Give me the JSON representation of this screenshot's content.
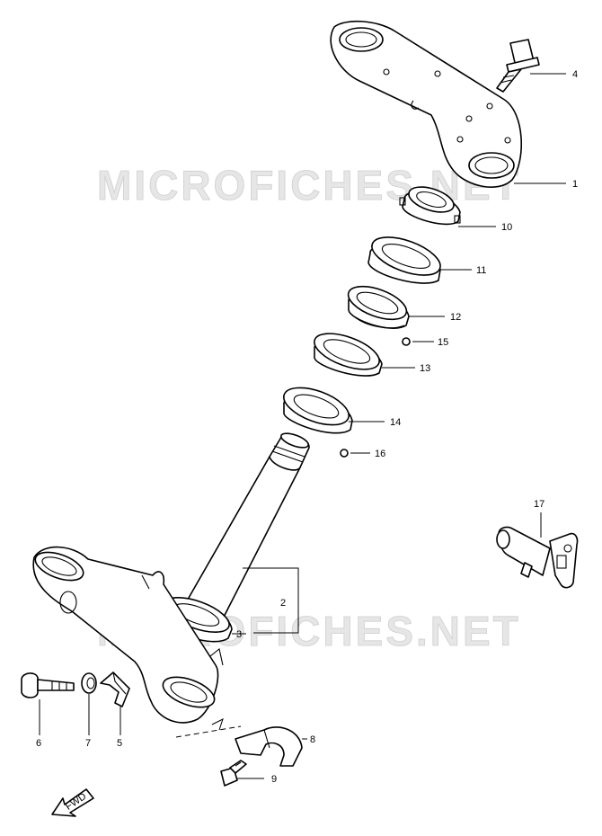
{
  "watermarks": [
    "MICROFICHES.NET",
    "MICROFICHES.NET"
  ],
  "fwd_label": "FWD",
  "callouts": [
    {
      "id": "c1",
      "label": "1"
    },
    {
      "id": "c2",
      "label": "2"
    },
    {
      "id": "c3",
      "label": "3"
    },
    {
      "id": "c4",
      "label": "4"
    },
    {
      "id": "c5",
      "label": "5"
    },
    {
      "id": "c6",
      "label": "6"
    },
    {
      "id": "c7",
      "label": "7"
    },
    {
      "id": "c8",
      "label": "8"
    },
    {
      "id": "c9",
      "label": "9"
    },
    {
      "id": "c10",
      "label": "10"
    },
    {
      "id": "c11",
      "label": "11"
    },
    {
      "id": "c12",
      "label": "12"
    },
    {
      "id": "c13",
      "label": "13"
    },
    {
      "id": "c14",
      "label": "14"
    },
    {
      "id": "c15",
      "label": "15"
    },
    {
      "id": "c16",
      "label": "16"
    },
    {
      "id": "c17",
      "label": "17"
    }
  ]
}
